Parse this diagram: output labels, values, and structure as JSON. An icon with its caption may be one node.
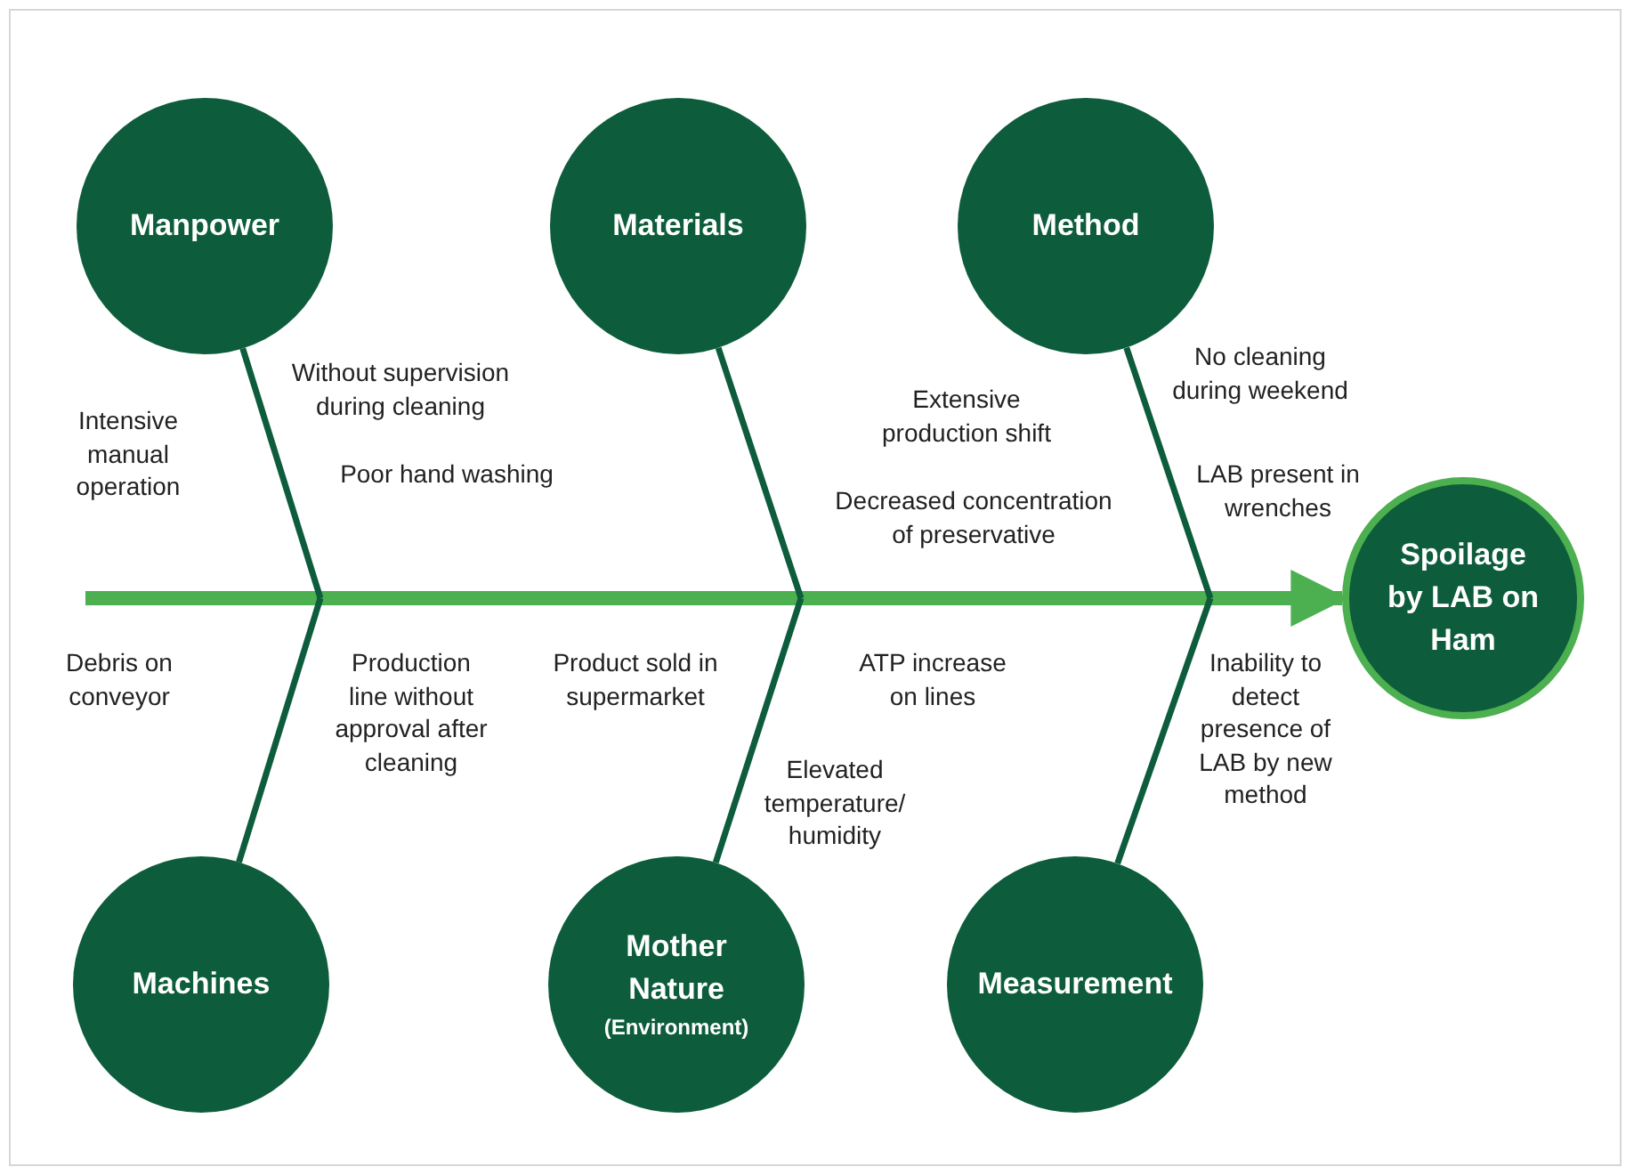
{
  "diagram": {
    "nodes": [
      {
        "text": [
          "Manpower"
        ]
      },
      {
        "text": [
          "Materials"
        ]
      },
      {
        "text": [
          "Method"
        ]
      },
      {
        "text": [
          "Machines"
        ]
      },
      {
        "text": [
          "Mother Nature",
          "(Environment)"
        ]
      },
      {
        "text": [
          "Measurement"
        ]
      },
      {
        "text": [
          "Spoilage by LAB on Ham"
        ]
      }
    ],
    "edges": [
      {
        "from": null,
        "to": 6,
        "arrow": "to",
        "style": "thick",
        "color": "#4caf50"
      },
      {
        "from": 0,
        "to": null,
        "arrow": "none"
      },
      {
        "from": 1,
        "to": null,
        "arrow": "none"
      },
      {
        "from": 2,
        "to": null,
        "arrow": "none"
      },
      {
        "from": 3,
        "to": null,
        "arrow": "none"
      },
      {
        "from": 4,
        "to": null,
        "arrow": "none"
      },
      {
        "from": 5,
        "to": null,
        "arrow": "none"
      }
    ],
    "labels": [
      "Intensive manual operation",
      "Without supervision during cleaning",
      "Poor hand washing",
      "Extensive production shift",
      "Decreased concentration of preservative",
      "No cleaning during weekend",
      "LAB present in wrenches",
      "Debris on conveyor",
      "Production line without approval after cleaning",
      "Product sold in supermarket",
      "ATP increase on lines",
      "Inability to detect presence of LAB by new method",
      "Elevated temperature/ humidity"
    ]
  }
}
